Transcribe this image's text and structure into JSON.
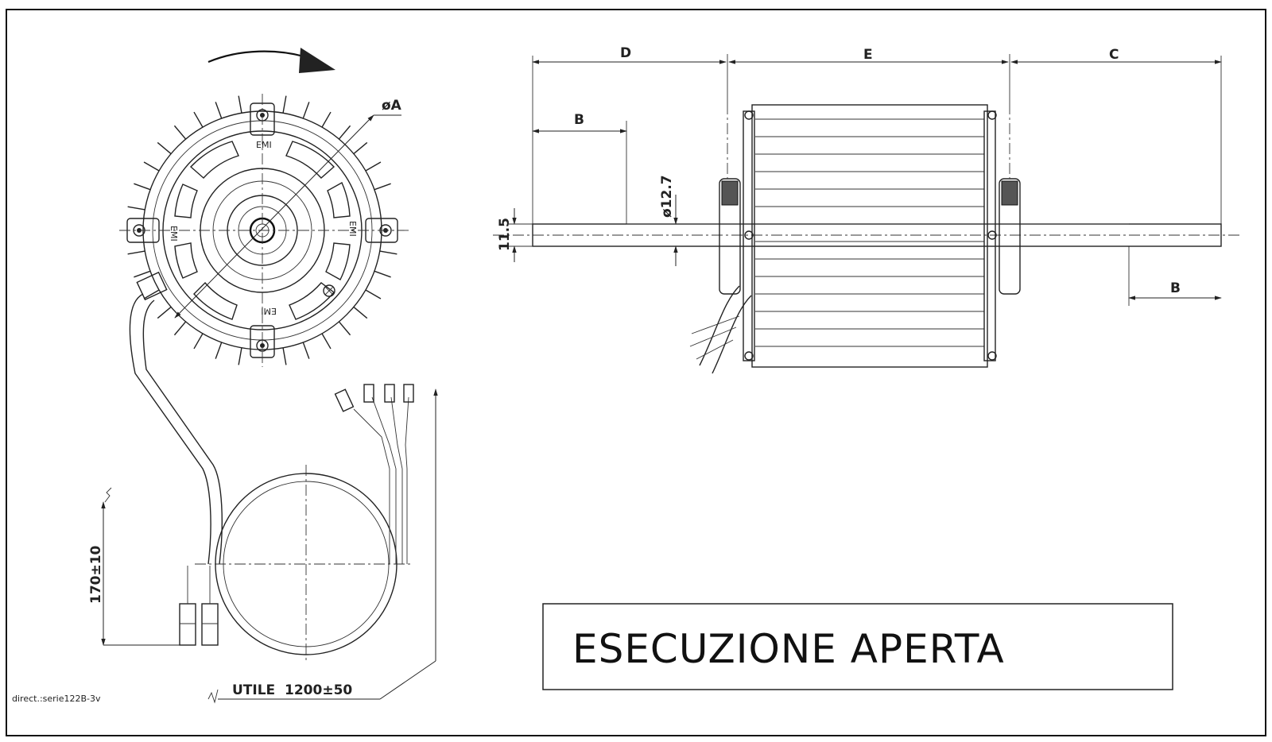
{
  "front_view": {
    "diameter_label": "øA",
    "emi_top": "EMI",
    "emi_left": "EMI",
    "emi_right": "EMI",
    "emi_bottom": "EMI"
  },
  "side_view": {
    "dim_d": "D",
    "dim_e": "E",
    "dim_c": "C",
    "dim_b_left": "B",
    "dim_b_right": "B",
    "shaft_diameter": "ø12.7",
    "shaft_offset": "11.5"
  },
  "cable": {
    "lead_length": "170±10",
    "usable_length": "UTILE  1200±50"
  },
  "title_block": {
    "title": "ESECUZIONE APERTA"
  },
  "footer": {
    "reference": "direct.:serie122B-3v"
  }
}
